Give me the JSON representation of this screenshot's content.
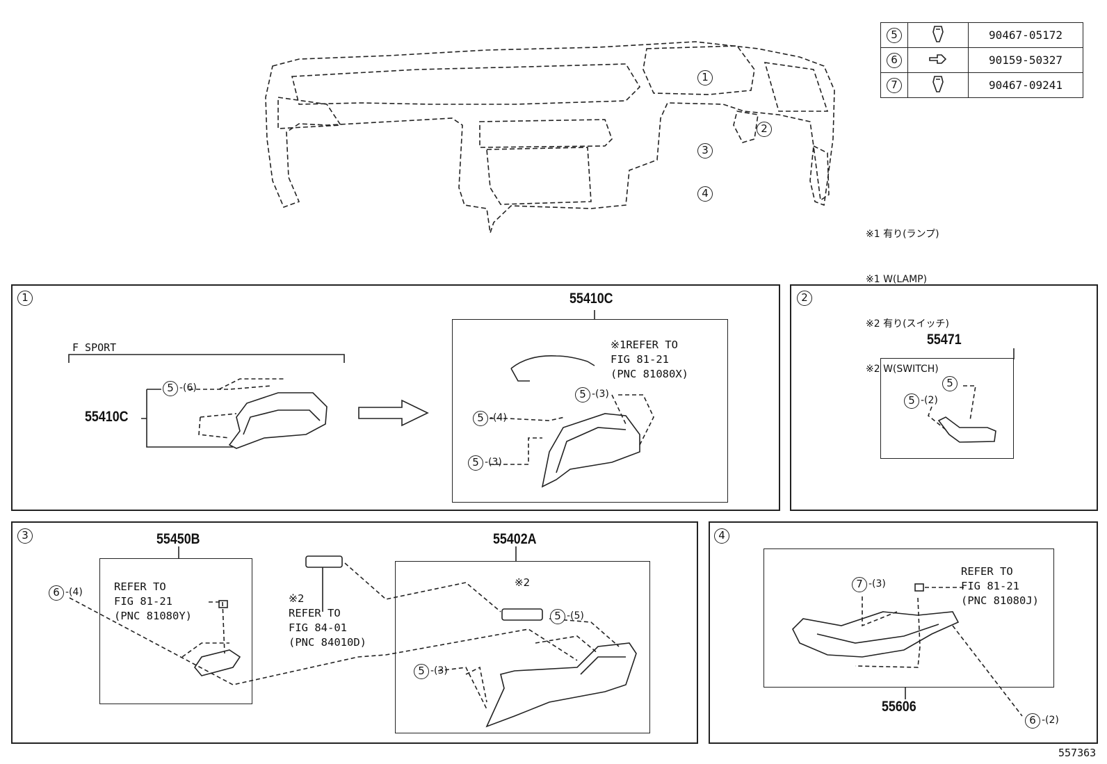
{
  "fasteners": [
    {
      "num": "5",
      "icon": "clip-icon",
      "part_no": "90467-05172"
    },
    {
      "num": "6",
      "icon": "screw-icon",
      "part_no": "90159-50327"
    },
    {
      "num": "7",
      "icon": "clip-icon",
      "part_no": "90467-09241"
    }
  ],
  "overview": {
    "callouts": [
      "1",
      "2",
      "3",
      "4"
    ]
  },
  "notes": [
    "※1 有り(ランプ)",
    "※1 W(LAMP)",
    "※2 有り(スイッチ)",
    "※2 W(SWITCH)"
  ],
  "panel1": {
    "index": "1",
    "f_sport": "F SPORT",
    "left_part": "55410C",
    "left_qty": "-(6)",
    "right_part": "55410C",
    "refer": "※1REFER TO\nFIG 81-21\n(PNC 81080X)",
    "qty_a": "-(3)",
    "qty_b": "-(4)",
    "qty_c": "-(3)",
    "fastener": "5"
  },
  "panel2": {
    "index": "2",
    "part": "55471",
    "qty": "-(2)",
    "fastener": "5"
  },
  "panel3": {
    "index": "3",
    "part_a": "55450B",
    "part_b": "55402A",
    "refer_a": "REFER TO\nFIG 81-21\n(PNC 81080Y)",
    "refer_b": "※2\nREFER TO\nFIG 84-01\n(PNC 84010D)",
    "mark2": "※2",
    "qty6": "-(4)",
    "qty5a": "-(5)",
    "qty5b": "-(3)",
    "fastener5": "5",
    "fastener6": "6"
  },
  "panel4": {
    "index": "4",
    "part": "55606",
    "refer": "REFER TO\nFIG 81-21\n(PNC 81080J)",
    "qty7": "-(3)",
    "qty6": "-(2)",
    "fastener6": "6",
    "fastener7": "7"
  },
  "figure_id": "557363"
}
